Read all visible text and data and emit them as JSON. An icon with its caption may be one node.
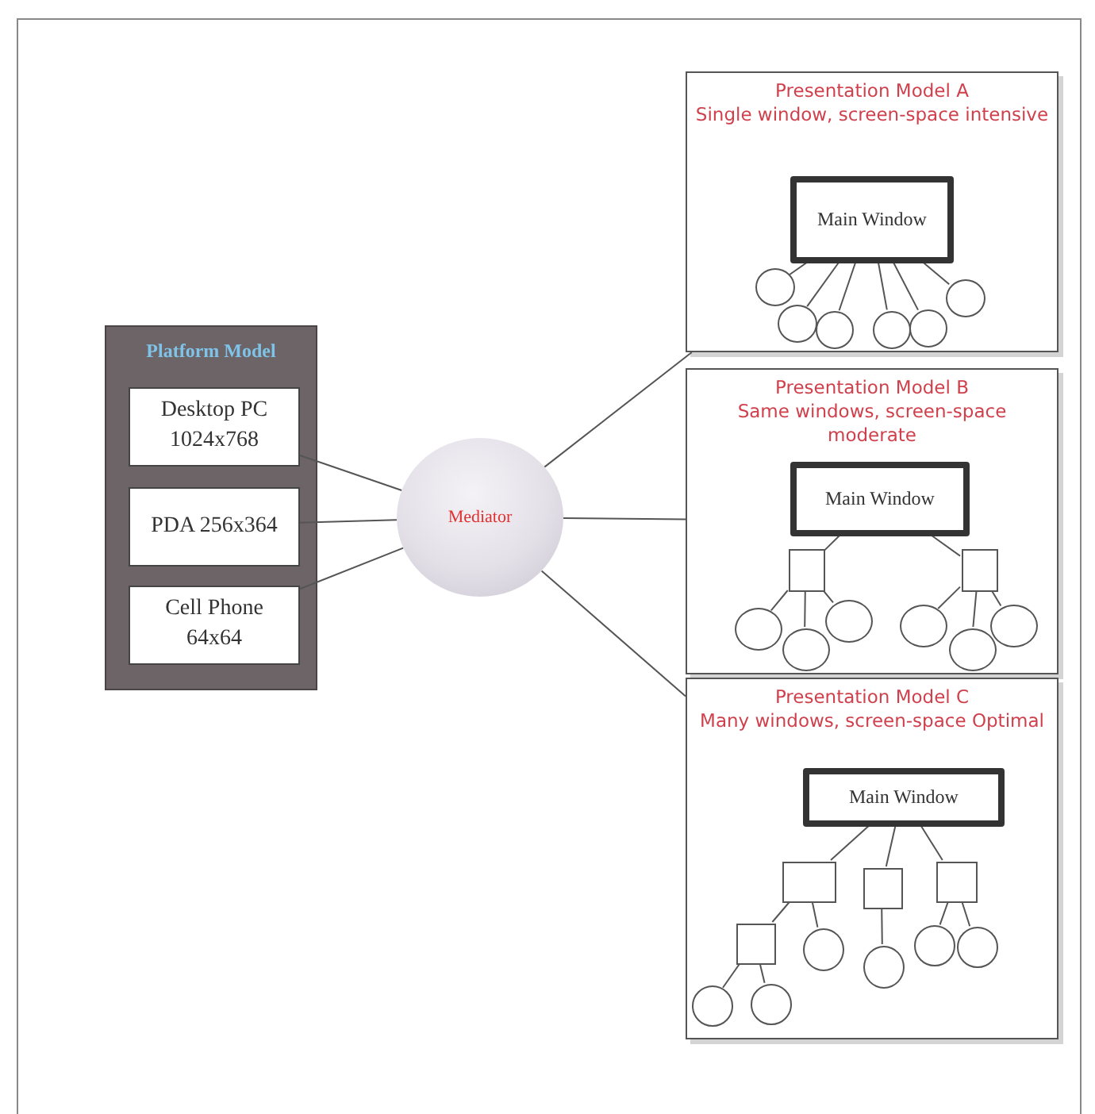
{
  "diagram": {
    "nodes": [
      {
        "text": [
          "Platform Model"
        ]
      },
      {
        "text": [
          "Desktop PC 1024x768"
        ],
        "in": 0
      },
      {
        "text": [
          "PDA 256x364"
        ],
        "in": 0
      },
      {
        "text": [
          "Cell Phone 64x64"
        ],
        "in": 0
      },
      {
        "text": [
          "Mediator"
        ]
      },
      {
        "text": [
          "Presentation Model A",
          "Single window, screen-space intensive"
        ]
      },
      {
        "text": [
          "Main Window"
        ],
        "in": 5
      },
      {
        "text": [],
        "shape": "circle",
        "in": 5
      },
      {
        "text": [],
        "shape": "circle",
        "in": 5
      },
      {
        "text": [],
        "shape": "circle",
        "in": 5
      },
      {
        "text": [],
        "shape": "circle",
        "in": 5
      },
      {
        "text": [],
        "shape": "circle",
        "in": 5
      },
      {
        "text": [],
        "shape": "circle",
        "in": 5
      },
      {
        "text": [
          "Presentation Model B",
          "Same windows, screen-space moderate"
        ]
      },
      {
        "text": [
          "Main Window"
        ],
        "in": 13
      },
      {
        "text": [],
        "shape": "box",
        "in": 13
      },
      {
        "text": [],
        "shape": "box",
        "in": 13
      },
      {
        "text": [],
        "shape": "circle",
        "in": 13
      },
      {
        "text": [],
        "shape": "circle",
        "in": 13
      },
      {
        "text": [],
        "shape": "circle",
        "in": 13
      },
      {
        "text": [],
        "shape": "circle",
        "in": 13
      },
      {
        "text": [],
        "shape": "circle",
        "in": 13
      },
      {
        "text": [],
        "shape": "circle",
        "in": 13
      },
      {
        "text": [
          "Presentation Model C",
          "Many windows, screen-space Optimal"
        ]
      },
      {
        "text": [
          "Main Window"
        ],
        "in": 23
      },
      {
        "text": [],
        "shape": "box",
        "in": 23
      },
      {
        "text": [],
        "shape": "box",
        "in": 23
      },
      {
        "text": [],
        "shape": "box",
        "in": 23
      },
      {
        "text": [],
        "shape": "box",
        "in": 23
      },
      {
        "text": [],
        "shape": "circle",
        "in": 23
      },
      {
        "text": [],
        "shape": "circle",
        "in": 23
      },
      {
        "text": [],
        "shape": "circle",
        "in": 23
      },
      {
        "text": [],
        "shape": "circle",
        "in": 23
      },
      {
        "text": [],
        "shape": "circle",
        "in": 23
      },
      {
        "text": [],
        "shape": "circle",
        "in": 23
      }
    ],
    "edges": [
      {
        "from": 1,
        "to": 4,
        "arrow": "none"
      },
      {
        "from": 2,
        "to": 4,
        "arrow": "none"
      },
      {
        "from": 3,
        "to": 4,
        "arrow": "none"
      },
      {
        "from": 4,
        "to": 5,
        "arrow": "none"
      },
      {
        "from": 4,
        "to": 13,
        "arrow": "none"
      },
      {
        "from": 4,
        "to": 23,
        "arrow": "none"
      },
      {
        "from": 6,
        "to": 7,
        "arrow": "none"
      },
      {
        "from": 6,
        "to": 8,
        "arrow": "none"
      },
      {
        "from": 6,
        "to": 9,
        "arrow": "none"
      },
      {
        "from": 6,
        "to": 10,
        "arrow": "none"
      },
      {
        "from": 6,
        "to": 11,
        "arrow": "none"
      },
      {
        "from": 6,
        "to": 12,
        "arrow": "none"
      },
      {
        "from": 14,
        "to": 15,
        "arrow": "none"
      },
      {
        "from": 14,
        "to": 16,
        "arrow": "none"
      },
      {
        "from": 15,
        "to": 17,
        "arrow": "none"
      },
      {
        "from": 15,
        "to": 18,
        "arrow": "none"
      },
      {
        "from": 15,
        "to": 19,
        "arrow": "none"
      },
      {
        "from": 16,
        "to": 20,
        "arrow": "none"
      },
      {
        "from": 16,
        "to": 21,
        "arrow": "none"
      },
      {
        "from": 16,
        "to": 22,
        "arrow": "none"
      },
      {
        "from": 24,
        "to": 25,
        "arrow": "none"
      },
      {
        "from": 24,
        "to": 26,
        "arrow": "none"
      },
      {
        "from": 24,
        "to": 27,
        "arrow": "none"
      },
      {
        "from": 25,
        "to": 28,
        "arrow": "none"
      },
      {
        "from": 25,
        "to": 29,
        "arrow": "none"
      },
      {
        "from": 26,
        "to": 30,
        "arrow": "none"
      },
      {
        "from": 27,
        "to": 31,
        "arrow": "none"
      },
      {
        "from": 27,
        "to": 32,
        "arrow": "none"
      },
      {
        "from": 28,
        "to": 33,
        "arrow": "none"
      },
      {
        "from": 28,
        "to": 34,
        "arrow": "none"
      }
    ]
  }
}
